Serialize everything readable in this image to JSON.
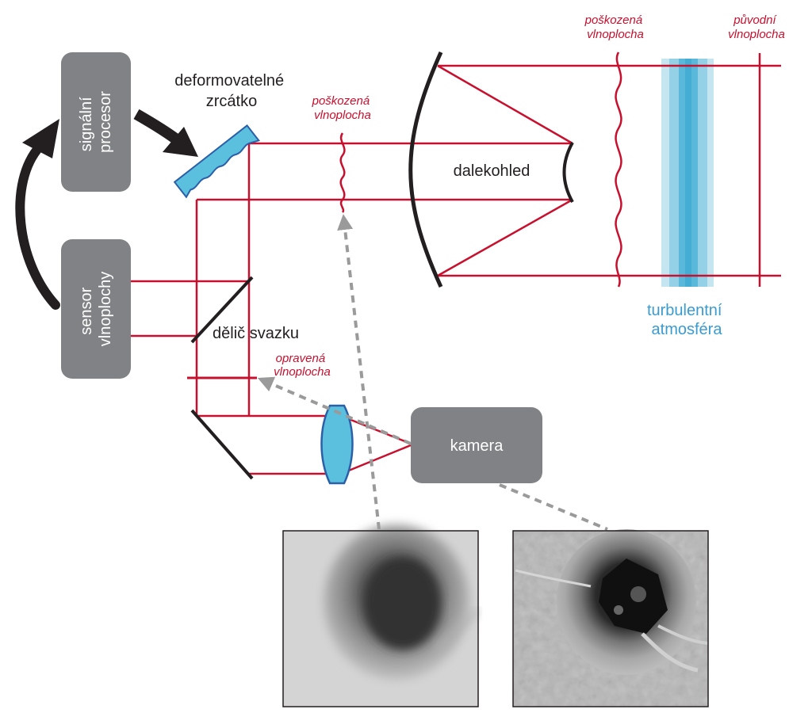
{
  "labels": {
    "signal_processor": [
      "signální",
      "procesor"
    ],
    "wavefront_sensor": [
      "sensor",
      "vlnoplochy"
    ],
    "deformable_mirror": [
      "deformovatelné",
      "zrcátko"
    ],
    "beam_splitter": "dělič svazku",
    "telescope": "dalekohled",
    "camera": "kamera",
    "damaged_wavefront_near": [
      "poškozená",
      "vlnoplocha"
    ],
    "damaged_wavefront_far": [
      "poškozená",
      "vlnoplocha"
    ],
    "original_wavefront": [
      "původní",
      "vlnoplocha"
    ],
    "corrected_wavefront": [
      "opravená",
      "vlnoplocha"
    ],
    "turbulent_atmosphere": [
      "turbulentní",
      "atmosféra"
    ]
  },
  "colors": {
    "beam": "#c8102e",
    "box": "#808285",
    "optic_fill": "#5bc0de",
    "optic_stroke": "#2b5fa8",
    "label_red": "#c8102e",
    "label_blue": "#3a9bd0",
    "arrow_black": "#231f20",
    "dashed_arrow": "#9a9a9a"
  },
  "images": {
    "uncorrected": "sunspot-image-uncorrected",
    "corrected": "sunspot-image-corrected"
  }
}
